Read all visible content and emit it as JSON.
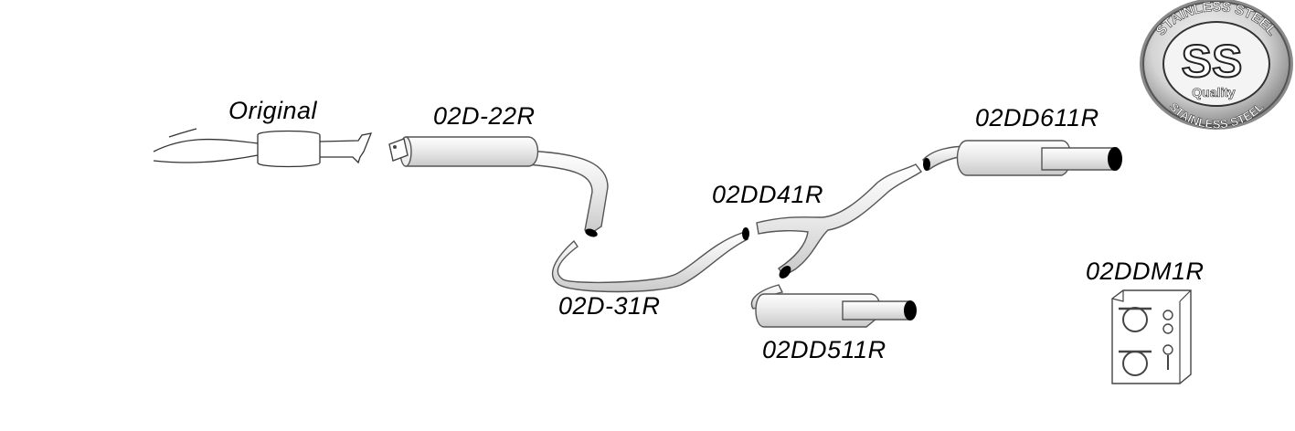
{
  "labels": {
    "original": "Original",
    "p_02d_22r": "02D-22R",
    "p_02d_31r": "02D-31R",
    "p_02dd41r": "02DD41R",
    "p_02dd511r": "02DD511R",
    "p_02dd611r": "02DD611R",
    "p_02ddm1r": "02DDM1R"
  },
  "badge": {
    "ring_text": "STAINLESS STEEL",
    "center_text": "SS",
    "sub_text": "Quality"
  },
  "colors": {
    "pipe_fill": "#f2f2f2",
    "pipe_stroke": "#555555",
    "outlet": "#000000",
    "badge_ring": "#6d6d6d"
  }
}
